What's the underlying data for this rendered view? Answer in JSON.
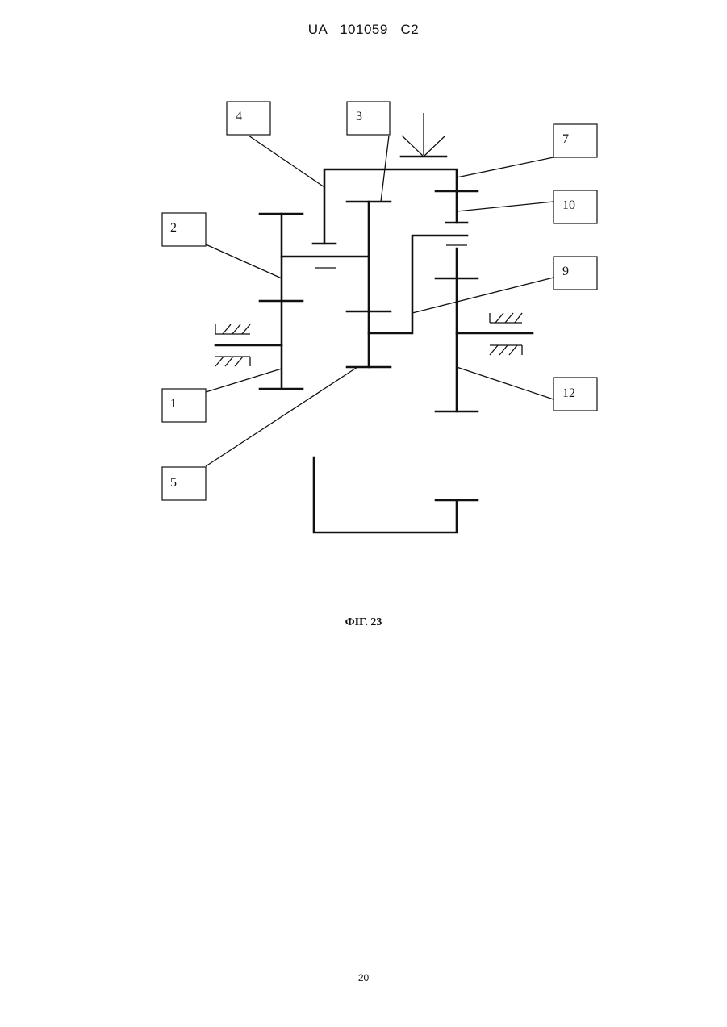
{
  "header": {
    "patent_number": "UA   101059   C2"
  },
  "figure": {
    "caption": "ФІГ. 23",
    "labels": {
      "l1": "1",
      "l2": "2",
      "l3": "3",
      "l4": "4",
      "l5": "5",
      "l7": "7",
      "l9": "9",
      "l10": "10",
      "l12": "12"
    }
  },
  "footer": {
    "page_number": "20"
  }
}
